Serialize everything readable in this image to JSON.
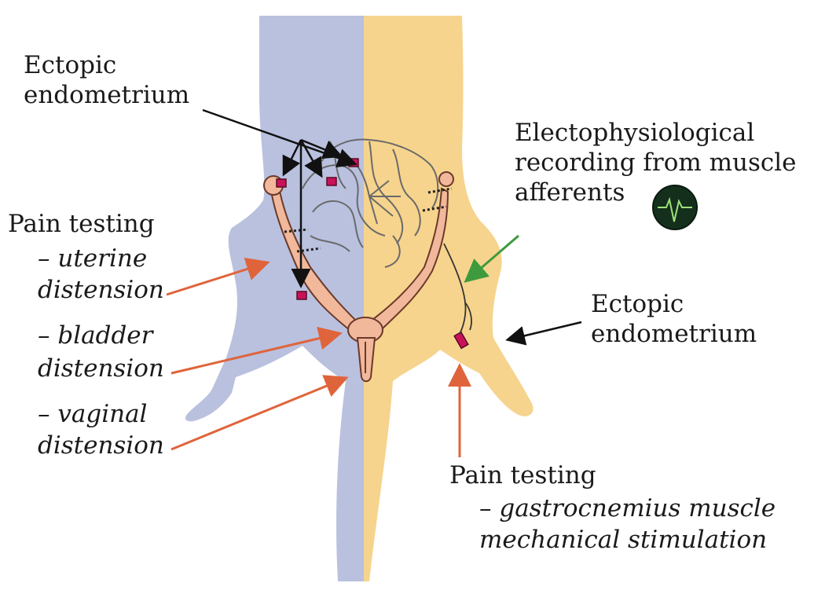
{
  "labels": {
    "ectopic_top_1": "Ectopic",
    "ectopic_top_2": "endometrium",
    "electro_1": "Electophysiological",
    "electro_2": "recording from muscle",
    "electro_3": "afferents",
    "pain_left_title": "Pain testing",
    "uterine_1": "– uterine",
    "uterine_2": "distension",
    "bladder_1": "– bladder",
    "bladder_2": "distension",
    "vaginal_1": "– vaginal",
    "vaginal_2": "distension",
    "ectopic_right_1": "Ectopic",
    "ectopic_right_2": "endometrium",
    "pain_bottom_title": "Pain testing",
    "gastro_1": "– gastrocnemius muscle",
    "gastro_2": "mechanical stimulation"
  },
  "colors": {
    "left_body": "#b9c1df",
    "right_body": "#f6d48d",
    "uterus": "#f1b89b",
    "uterus_stroke": "#6b3a2a",
    "lesion": "#c8135a",
    "pain_arrow": "#e0643b",
    "recording_arrow": "#3e9a3c",
    "black_arrow": "#111111",
    "scope_bg": "#14301c",
    "scope_trace": "#9fe07a"
  },
  "icons": {
    "recording": "oscilloscope-icon"
  }
}
